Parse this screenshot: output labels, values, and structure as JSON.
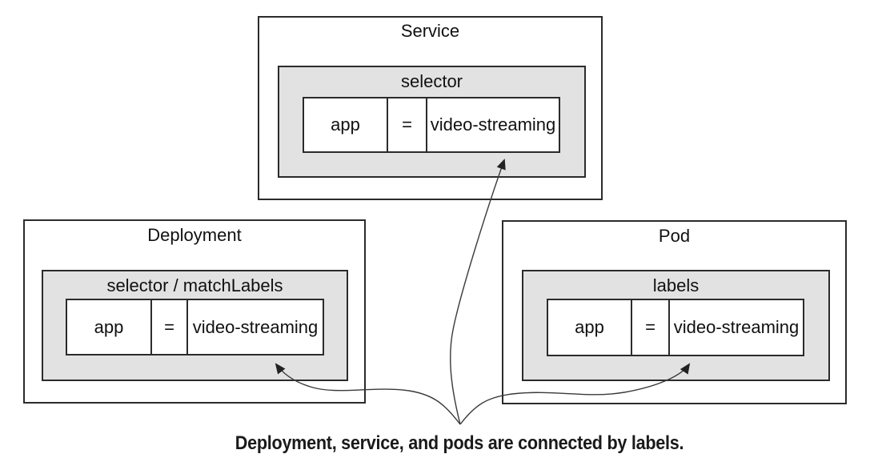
{
  "diagram": {
    "caption": "Deployment, service, and pods are connected by labels.",
    "groups": [
      {
        "title": "Service",
        "panel_label": "selector",
        "row": {
          "key": "app",
          "operator": "=",
          "value": "video-streaming"
        }
      },
      {
        "title": "Deployment",
        "panel_label": "selector / matchLabels",
        "row": {
          "key": "app",
          "operator": "=",
          "value": "video-streaming"
        }
      },
      {
        "title": "Pod",
        "panel_label": "labels",
        "row": {
          "key": "app",
          "operator": "=",
          "value": "video-streaming"
        }
      }
    ],
    "colors": {
      "box_border": "#2b2b2b",
      "panel_fill": "#e2e2e2",
      "arrow_stroke": "#3a3a3a",
      "text": "#111111",
      "background": "#ffffff"
    }
  }
}
